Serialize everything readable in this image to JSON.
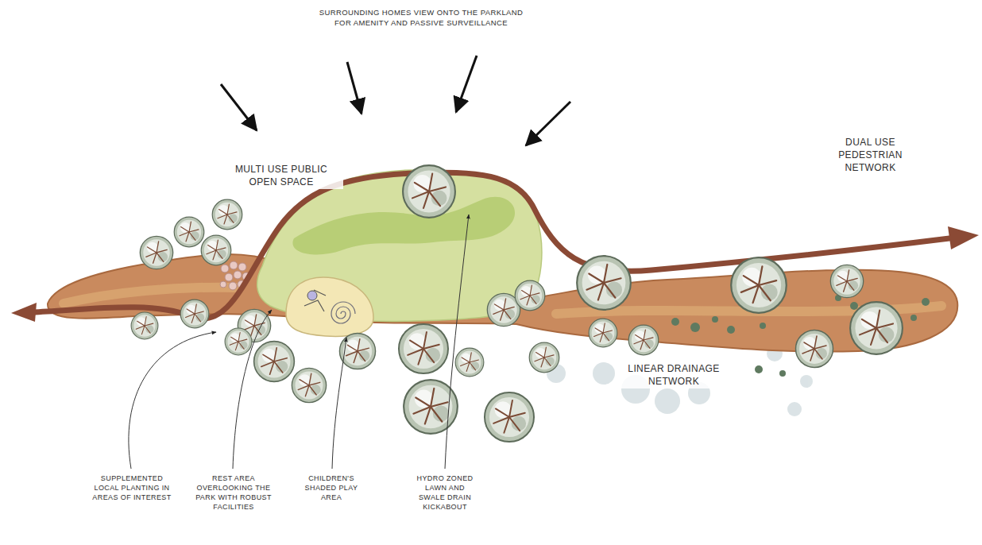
{
  "diagram": {
    "labels": [
      "SURROUNDING HOMES VIEW ONTO THE PARKLAND FOR AMENITY AND PASSIVE SURVEILLANCE",
      "MULTI USE PUBLIC OPEN SPACE",
      "DUAL USE PEDESTRIAN NETWORK",
      "LINEAR DRAINAGE NETWORK",
      "SUPPLEMENTED LOCAL PLANTING IN AREAS OF INTEREST",
      "REST AREA OVERLOOKING THE PARK WITH ROBUST FACILITIES",
      "CHILDREN'S SHADED PLAY AREA",
      "HYDRO ZONED LAWN AND SWALE DRAIN KICKABOUT"
    ]
  }
}
